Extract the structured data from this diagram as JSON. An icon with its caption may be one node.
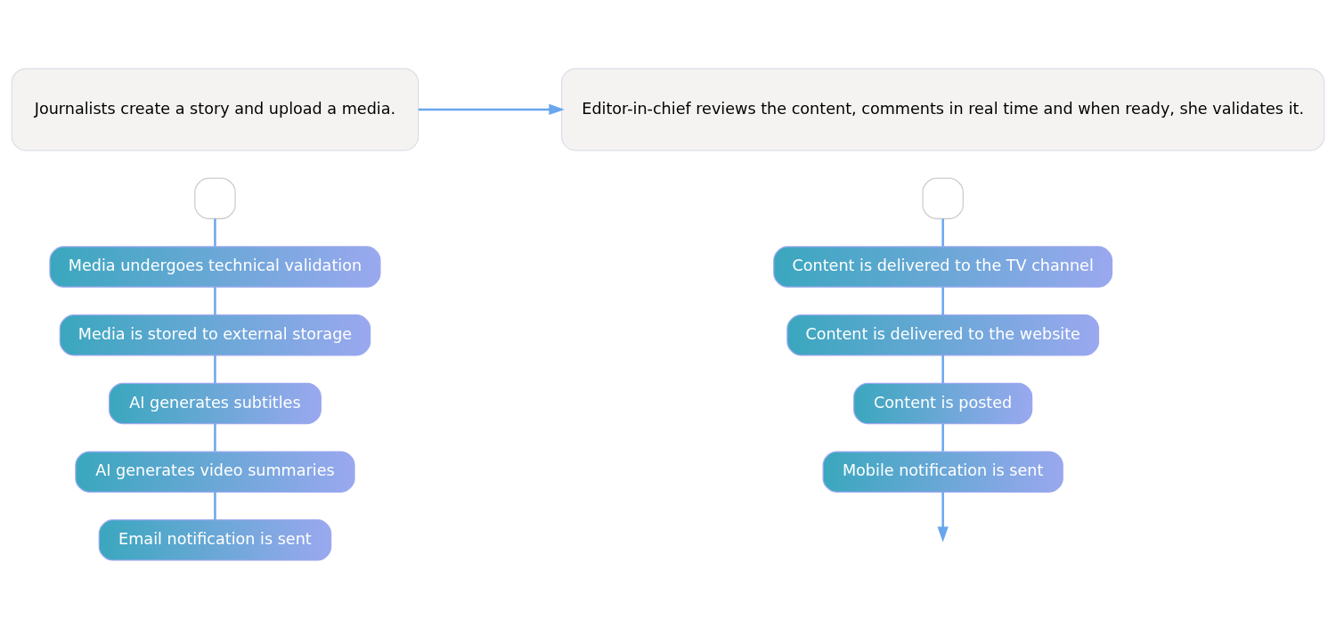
{
  "diagram": {
    "nodes": [
      {
        "text": [
          "Journalists create a story and upload a media."
        ]
      },
      {
        "text": [],
        "shape": "box"
      },
      {
        "text": [
          "Media undergoes technical validation"
        ]
      },
      {
        "text": [
          "Media is stored to external storage"
        ]
      },
      {
        "text": [
          "AI generates subtitles"
        ]
      },
      {
        "text": [
          "AI generates video summaries"
        ]
      },
      {
        "text": [
          "Email notification is sent"
        ]
      },
      {
        "text": [
          "Editor-in-chief reviews the content, comments in real time and when ready, she validates it."
        ]
      },
      {
        "text": [],
        "shape": "box"
      },
      {
        "text": [
          "Content is delivered to the TV channel"
        ]
      },
      {
        "text": [
          "Content is delivered to the website"
        ]
      },
      {
        "text": [
          "Content is posted"
        ]
      },
      {
        "text": [
          "Mobile notification is sent"
        ]
      }
    ],
    "edges": [
      {
        "from": 0,
        "to": 7,
        "arrow": "to"
      },
      {
        "from": 1,
        "to": 2,
        "arrow": "none"
      },
      {
        "from": 2,
        "to": 3,
        "arrow": "none"
      },
      {
        "from": 3,
        "to": 4,
        "arrow": "none"
      },
      {
        "from": 4,
        "to": 5,
        "arrow": "none"
      },
      {
        "from": 5,
        "to": 6,
        "arrow": "none"
      },
      {
        "from": 8,
        "to": 9,
        "arrow": "none"
      },
      {
        "from": 9,
        "to": 10,
        "arrow": "none"
      },
      {
        "from": 10,
        "to": 11,
        "arrow": "none"
      },
      {
        "from": 11,
        "to": 12,
        "arrow": "none"
      },
      {
        "from": 12,
        "to": null,
        "arrow": "to"
      }
    ]
  }
}
